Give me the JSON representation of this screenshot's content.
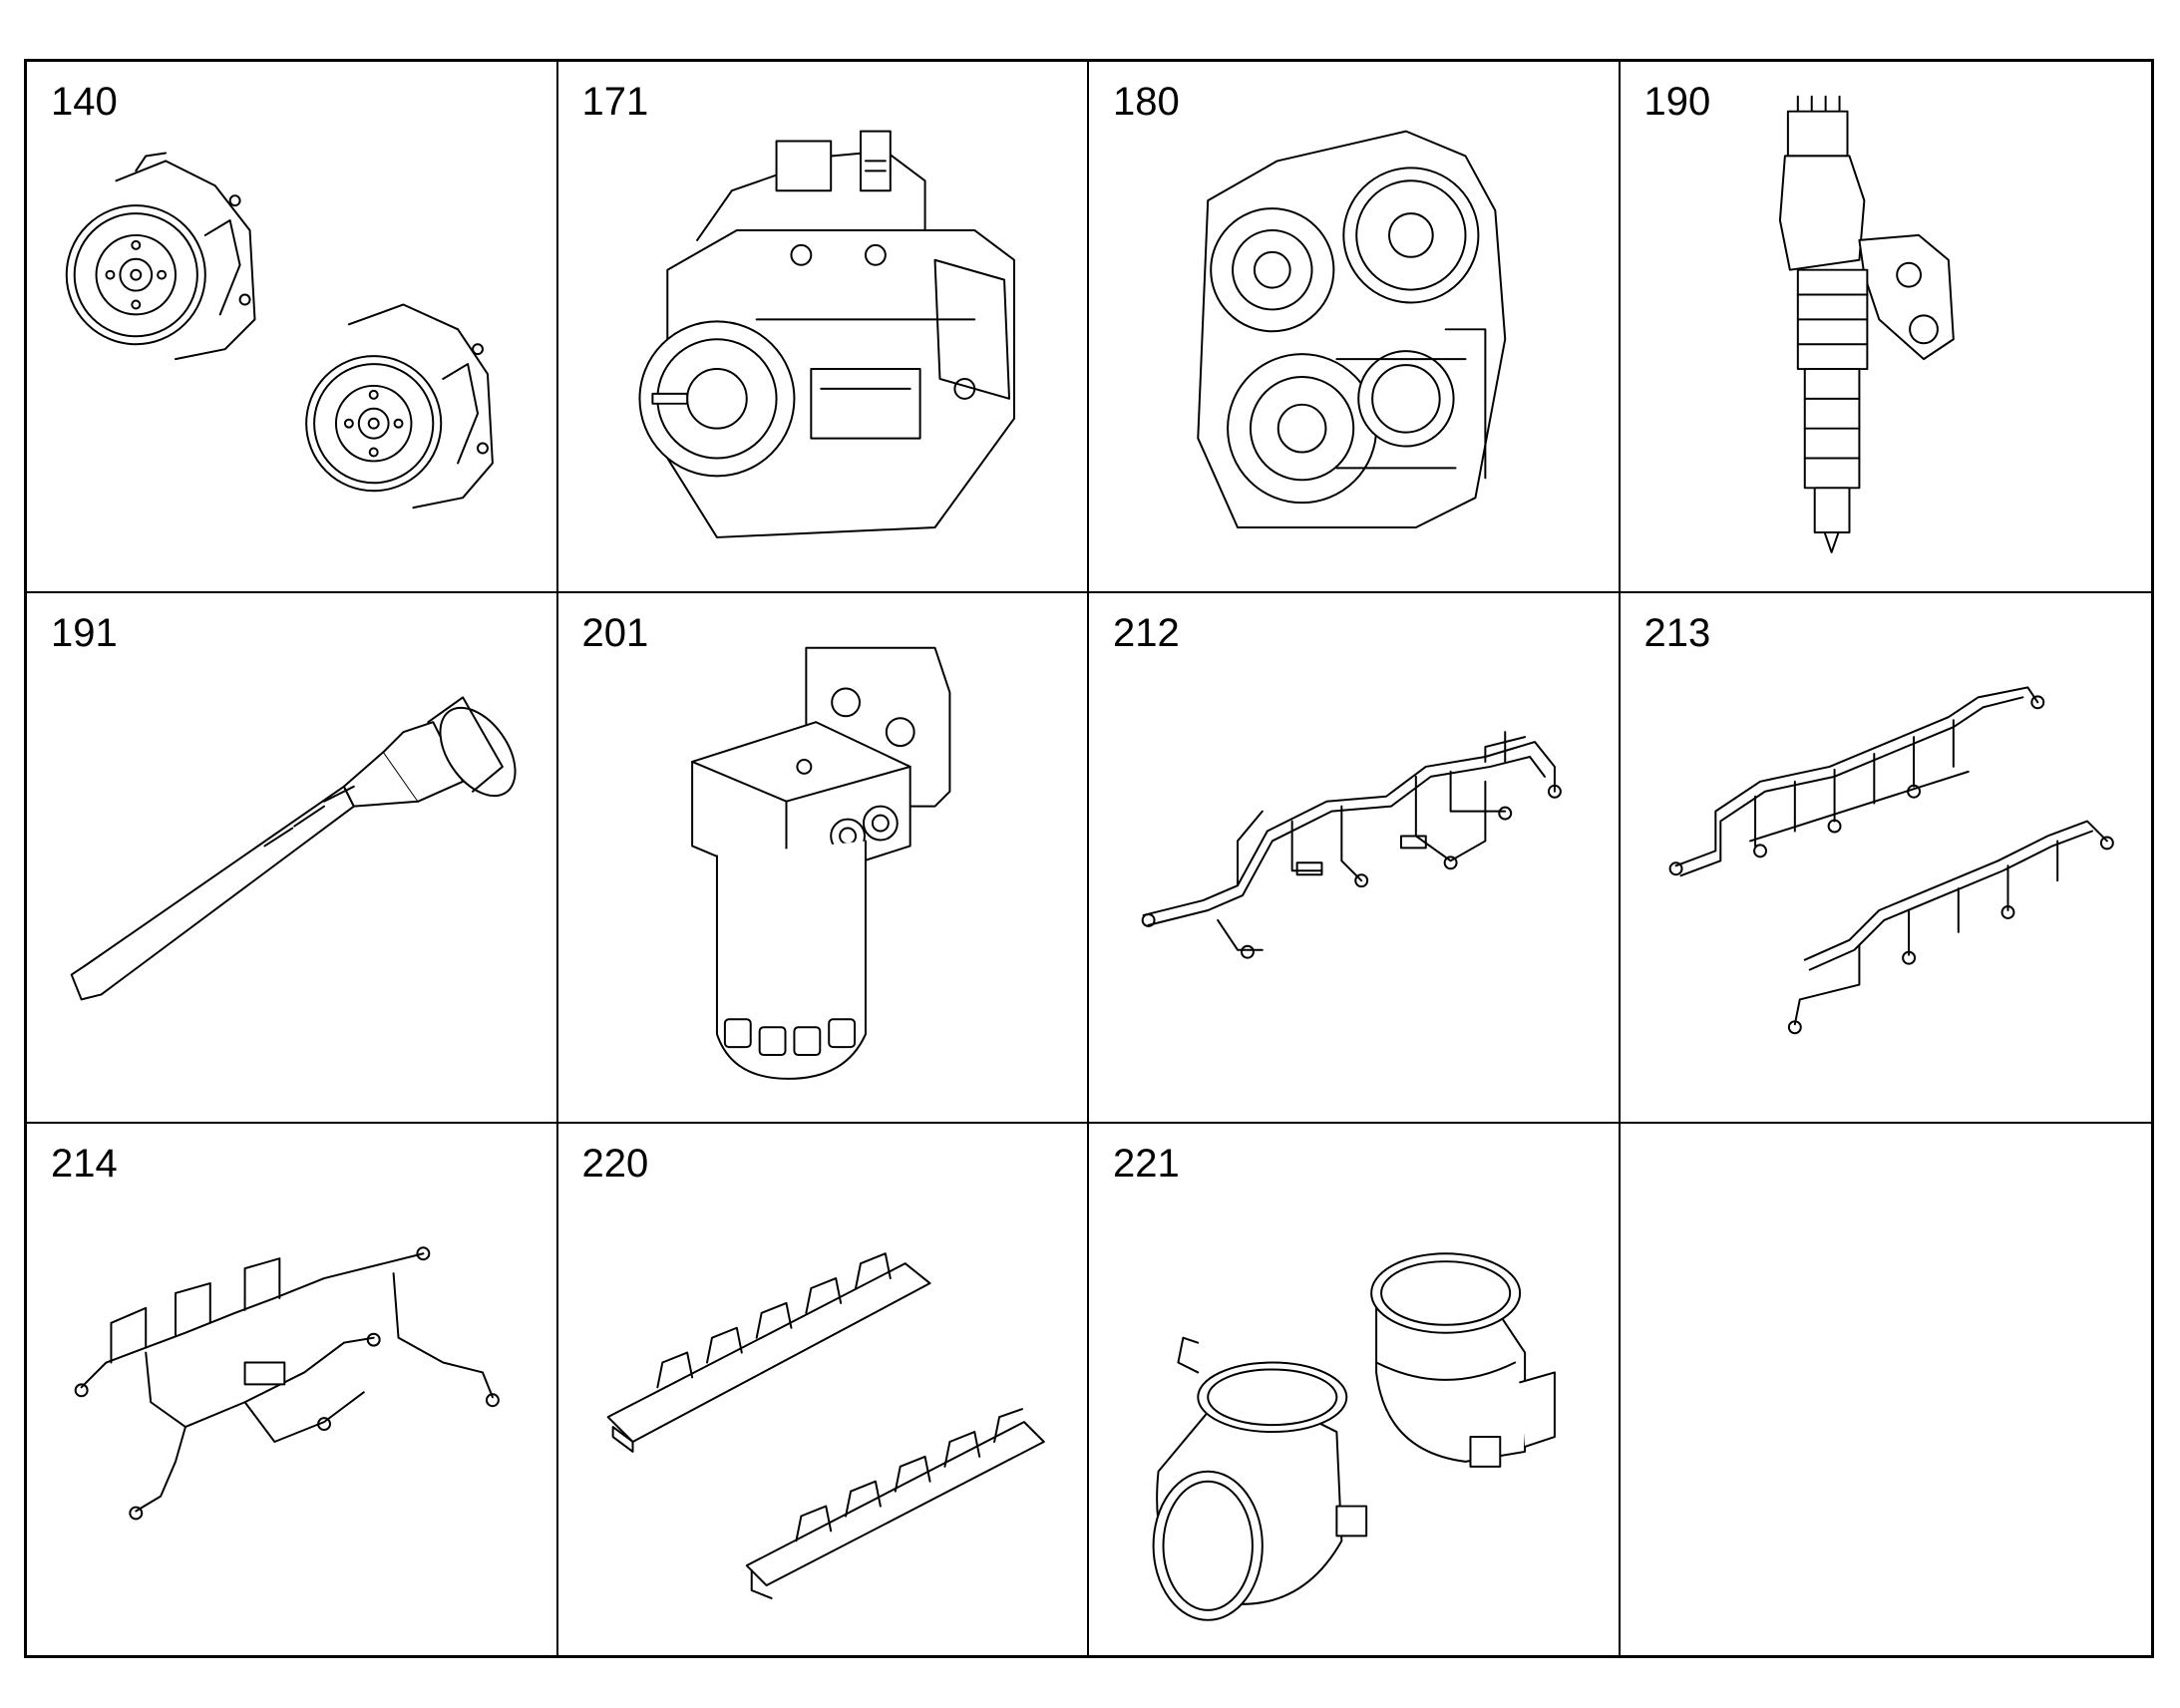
{
  "parts": [
    {
      "number": "140",
      "icon": "camshaft-gear-pair-icon"
    },
    {
      "number": "171",
      "icon": "fuel-pump-icon"
    },
    {
      "number": "180",
      "icon": "gear-drive-housing-icon"
    },
    {
      "number": "190",
      "icon": "fuel-injector-icon"
    },
    {
      "number": "191",
      "icon": "injector-connector-icon"
    },
    {
      "number": "201",
      "icon": "fuel-filter-icon"
    },
    {
      "number": "212",
      "icon": "fuel-line-harness-icon"
    },
    {
      "number": "213",
      "icon": "fuel-line-harness-pair-icon"
    },
    {
      "number": "214",
      "icon": "wiring-harness-icon"
    },
    {
      "number": "220",
      "icon": "fuel-rail-pair-icon"
    },
    {
      "number": "221",
      "icon": "pipe-elbow-pair-icon"
    }
  ]
}
